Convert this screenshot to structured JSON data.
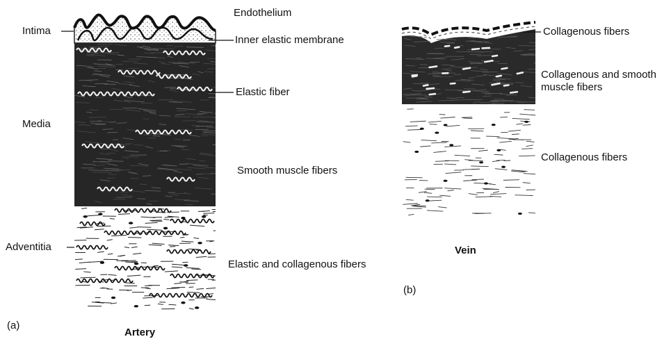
{
  "artery": {
    "panel_tag": "(a)",
    "caption": "Artery",
    "layers": {
      "intima": "Intima",
      "media": "Media",
      "adventitia": "Adventitia"
    },
    "labels": {
      "endothelium": "Endothelium",
      "inner_elastic_membrane": "Inner elastic membrane",
      "elastic_fiber": "Elastic fiber",
      "smooth_muscle_fibers": "Smooth muscle fibers",
      "elastic_and_collagenous_fibers": "Elastic and collagenous fibers"
    }
  },
  "vein": {
    "panel_tag": "(b)",
    "caption": "Vein",
    "labels": {
      "collagenous_fibers_top": "Collagenous fibers",
      "collagenous_and_smooth_muscle": "Collagenous and smooth muscle fibers",
      "collagenous_fibers_lower": "Collagenous fibers"
    }
  },
  "colors": {
    "ink": "#111111",
    "media_fill": "#262626",
    "paper": "#ffffff"
  }
}
